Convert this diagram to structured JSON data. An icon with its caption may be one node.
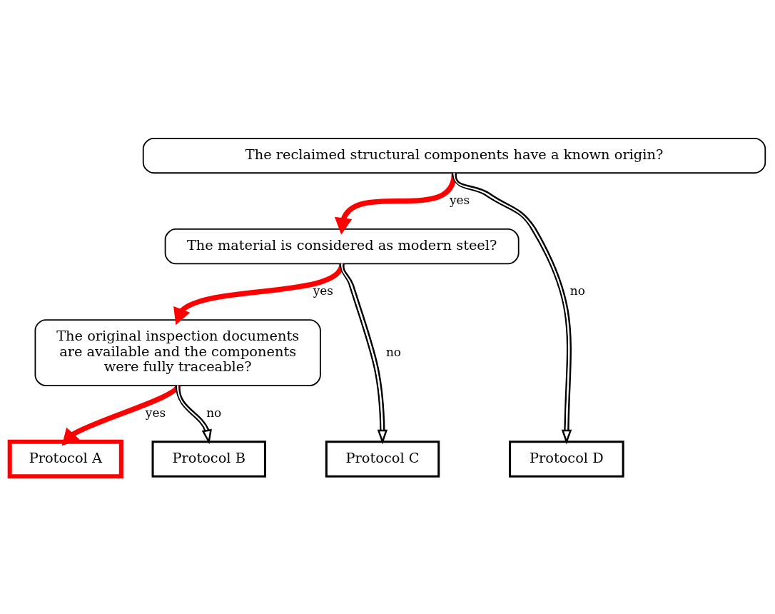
{
  "diagram": {
    "nodes": [
      {
        "text": [
          "The reclaimed structural components have a known origin?"
        ]
      },
      {
        "text": [
          "The material is considered as modern steel?"
        ]
      },
      {
        "text": [
          "The original inspection documents are available and the components were fully traceable?"
        ]
      },
      {
        "text": [
          "Protocol A"
        ]
      },
      {
        "text": [
          "Protocol B"
        ]
      },
      {
        "text": [
          "Protocol C"
        ]
      },
      {
        "text": [
          "Protocol D"
        ]
      }
    ],
    "edges": [
      {
        "from": 0,
        "to": 1,
        "arrow": "to",
        "label": "yes",
        "style": "thick",
        "color": "#ff0000"
      },
      {
        "from": 0,
        "to": 6,
        "arrow": "to",
        "label": "no",
        "color": "#000000"
      },
      {
        "from": 1,
        "to": 2,
        "arrow": "to",
        "label": "yes",
        "style": "thick",
        "color": "#ff0000"
      },
      {
        "from": 1,
        "to": 5,
        "arrow": "to",
        "label": "no",
        "color": "#000000"
      },
      {
        "from": 2,
        "to": 3,
        "arrow": "to",
        "label": "yes",
        "style": "thick",
        "color": "#ff0000"
      },
      {
        "from": 2,
        "to": 4,
        "arrow": "to",
        "label": "no",
        "color": "#000000"
      }
    ]
  }
}
